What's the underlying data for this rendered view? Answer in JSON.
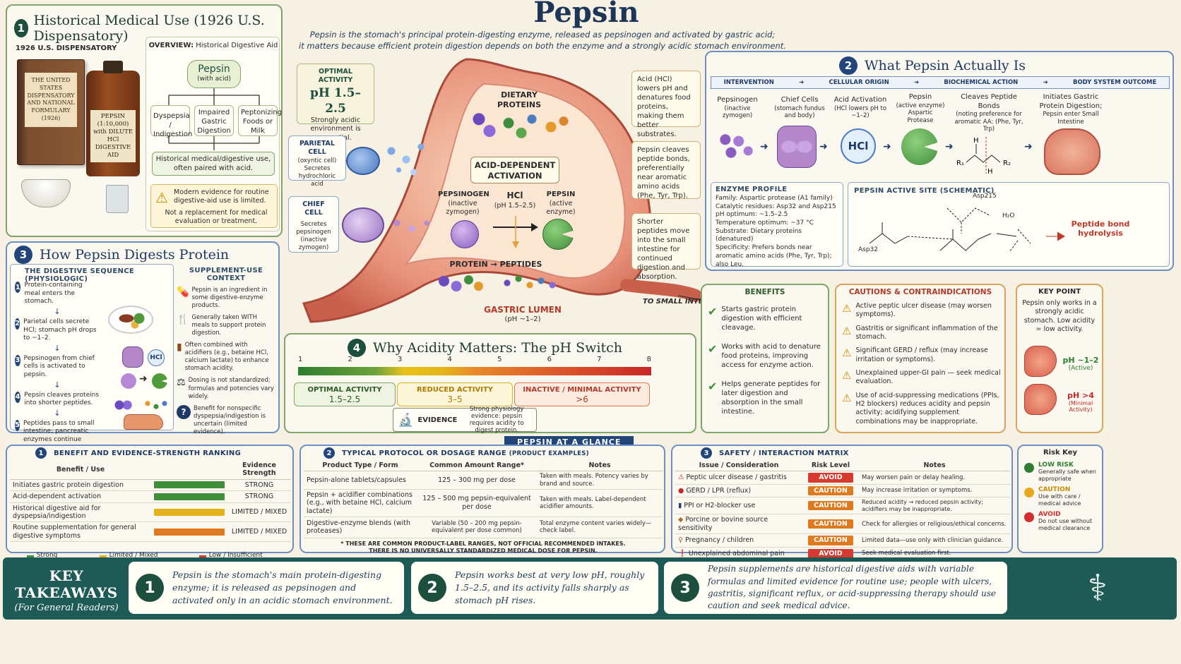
{
  "title": "Pepsin",
  "subtitle_line1": "Pepsin is the stomach's principal protein-digesting enzyme, released as pepsinogen and activated by gastric acid;",
  "subtitle_line2": "it matters because efficient protein digestion depends on both the enzyme and a strongly acidic stomach environment.",
  "s1": {
    "num": "1",
    "title": "Historical Medical Use (1926 U.S. Dispensatory)",
    "book_label": "1926 U.S. DISPENSATORY",
    "book_text": "THE UNITED STATES DISPENSATORY AND NATIONAL FORMULARY (1926)",
    "bottle_text": "PEPSIN (1:10,000) with DILUTE HCl DIGESTIVE AID",
    "overview_label": "OVERVIEW:",
    "overview_text": "Historical Digestive Aid",
    "pepsin": "Pepsin",
    "pepsin_sub": "(with acid)",
    "uses": [
      "Dyspepsia / Indigestion",
      "Impaired Gastric Digestion",
      "Peptonizing Foods or Milk"
    ],
    "result": "Historical medical/digestive use, often paired with acid.",
    "warning1": "Modern evidence for routine digestive-aid use is limited.",
    "warning2": "Not a replacement for medical evaluation or treatment."
  },
  "center": {
    "optimal_label": "OPTIMAL ACTIVITY",
    "optimal_ph": "pH 1.5–2.5",
    "optimal_text": "Strongly acidic environment is essential.",
    "parietal_title": "PARIETAL CELL",
    "parietal_sub": "(oxyntic cell)",
    "parietal_text": "Secretes hydrochloric acid",
    "chief_title": "CHIEF CELL",
    "chief_text": "Secretes pepsinogen (inactive zymogen)",
    "dietary": "DIETARY PROTEINS",
    "activation": "ACID-DEPENDENT ACTIVATION",
    "pepsinogen": "PEPSINOGEN",
    "pepsinogen_sub": "(inactive zymogen)",
    "hcl": "HCl",
    "hcl_sub": "(pH 1.5–2.5)",
    "pepsin": "PEPSIN",
    "pepsin_sub": "(active enzyme)",
    "protein": "PROTEIN",
    "arrow": "→",
    "peptides": "PEPTIDES",
    "lumen": "GASTRIC LUMEN",
    "lumen_ph": "(pH ~1–2)",
    "to_small": "TO SMALL INTESTINE",
    "callout1": "Acid (HCl) lowers pH and denatures food proteins, making them better substrates.",
    "callout2": "Pepsin cleaves peptide bonds, preferentially near aromatic amino acids (Phe, Tyr, Trp).",
    "callout3": "Shorter peptides move into the small intestine for continued digestion and absorption."
  },
  "s2": {
    "num": "2",
    "title": "What Pepsin Actually Is",
    "flow": [
      "INTERVENTION",
      "CELLULAR ORIGIN",
      "BIOCHEMICAL ACTION",
      "BODY SYSTEM OUTCOME"
    ],
    "steps": [
      {
        "t": "Pepsinogen",
        "s": "(inactive zymogen)"
      },
      {
        "t": "Chief Cells",
        "s": "(stomach fundus and body)"
      },
      {
        "t": "Acid Activation",
        "s": "(HCl lowers pH to ~1–2)"
      },
      {
        "t": "Pepsin",
        "s": "(active enzyme) Aspartic Protease"
      },
      {
        "t": "Cleaves Peptide Bonds",
        "s": "(noting preference for aromatic AA: (Phe, Tyr, Trp)"
      },
      {
        "t": "Initiates Gastric Protein Digestion;",
        "s": "Pepsin enter Small Intestine"
      }
    ],
    "hcl": "HCl",
    "profile_title": "ENZYME PROFILE",
    "profile": [
      "Family: Aspartic protease (A1 family)",
      "Catalytic residues: Asp32 and Asp215",
      "pH optimum: ~1.5–2.5",
      "Temperature optimum: ~37 °C",
      "Substrate: Dietary proteins (denatured)",
      "Specificity: Prefers bonds near aromatic amino acids (Phe, Tyr, Trp); also Leu."
    ],
    "site_title": "PEPSIN ACTIVE SITE (SCHEMATIC)",
    "asp215": "Asp215",
    "asp32": "Asp32",
    "h2o": "H₂O",
    "hydrolysis": "Peptide bond hydrolysis"
  },
  "s3": {
    "num": "3",
    "title": "How Pepsin Digests Protein",
    "seq_title": "THE DIGESTIVE SEQUENCE (PHYSIOLOGIC)",
    "steps": [
      "Protein-containing meal enters the stomach.",
      "Parietal cells secrete HCl; stomach pH drops to ~1–2.",
      "Pepsinogen from chief cells is activated to pepsin.",
      "Pepsin cleaves proteins into shorter peptides.",
      "Peptides pass to small intestine; pancreatic enzymes continue digestion to amino acids."
    ],
    "hcl": "HCl",
    "supp_title": "SUPPLEMENT-USE CONTEXT",
    "supp": [
      "Pepsin is an ingredient in some digestive-enzyme products.",
      "Generally taken WITH meals to support protein digestion.",
      "Often combined with acidifiers (e.g., betaine HCl, calcium lactate) to enhance stomach acidity.",
      "Dosing is not standardized; formulas and potencies vary widely.",
      "Benefit for nonspecific dyspepsia/indigestion is uncertain (limited evidence)."
    ]
  },
  "s4": {
    "num": "4",
    "title": "Why Acidity Matters: The pH Switch",
    "ticks": [
      "1",
      "2",
      "3",
      "4",
      "5",
      "6",
      "7",
      "8"
    ],
    "zones": [
      {
        "t": "OPTIMAL ACTIVITY",
        "v": "1.5–2.5"
      },
      {
        "t": "REDUCED ACTIVITY",
        "v": "3–5"
      },
      {
        "t": "INACTIVE / MINIMAL ACTIVITY",
        "v": ">6"
      }
    ],
    "evidence_label": "EVIDENCE",
    "evidence_text": "Strong physiology evidence: pepsin requires acidity to digest protein."
  },
  "benefits": {
    "title": "BENEFITS",
    "items": [
      "Starts gastric protein digestion with efficient cleavage.",
      "Works with acid to denature food proteins, improving access for enzyme action.",
      "Helps generate peptides for later digestion and absorption in the small intestine."
    ]
  },
  "cautions": {
    "title": "CAUTIONS & CONTRAINDICATIONS",
    "items": [
      "Active peptic ulcer disease (may worsen symptoms).",
      "Gastritis or significant inflammation of the stomach.",
      "Significant GERD / reflux (may increase irritation or symptoms).",
      "Unexplained upper-GI pain — seek medical evaluation.",
      "Use of acid-suppressing medications (PPIs, H2 blockers) reduces acidity and pepsin activity; acidifying supplement combinations may be inappropriate."
    ]
  },
  "keypoint": {
    "title": "KEY POINT",
    "text": "Pepsin only works in a strongly acidic stomach. Low acidity = low activity.",
    "ph1": "pH ~1–2",
    "ph1_sub": "(Active)",
    "ph2": "pH >4",
    "ph2_sub": "(Minimal Activity)"
  },
  "glance": {
    "ribbon": "PEPSIN AT A GLANCE",
    "t1": {
      "num": "1",
      "title": "BENEFIT AND EVIDENCE-STRENGTH RANKING",
      "h1": "Benefit / Use",
      "h2": "Evidence Strength",
      "rows": [
        {
          "b": "Initiates gastric protein digestion",
          "e": "STRONG",
          "c": "#3e8e3a",
          "w": 0.95
        },
        {
          "b": "Acid-dependent activation",
          "e": "STRONG",
          "c": "#3e8e3a",
          "w": 0.95
        },
        {
          "b": "Historical digestive aid for dyspepsia/indigestion",
          "e": "LIMITED / MIXED",
          "c": "#e3b21b",
          "w": 0.95
        },
        {
          "b": "Routine supplementation for general digestive symptoms",
          "e": "LIMITED / MIXED",
          "c": "#e07a1f",
          "w": 0.95
        }
      ],
      "legend": [
        "Strong Evidence",
        "Limited / Mixed Evidence",
        "Low / Insufficient Evidence"
      ]
    },
    "t2": {
      "num": "2",
      "title": "TYPICAL PROTOCOL OR DOSAGE RANGE",
      "title_sub": "(PRODUCT EXAMPLES)",
      "h1": "Product Type / Form",
      "h2": "Common Amount Range*",
      "h3": "Notes",
      "rows": [
        {
          "p": "Pepsin-alone tablets/capsules",
          "a": "125 – 300 mg per dose",
          "n": "Taken with meals. Potency varies by brand and source."
        },
        {
          "p": "Pepsin + acidifier combinations (e.g., with betaine HCl, calcium lactate)",
          "a": "125 – 500 mg pepsin-equivalent per dose",
          "n": "Taken with meals. Label-dependent acidifier amounts."
        },
        {
          "p": "Digestive-enzyme blends (with proteases)",
          "a": "Variable (50 – 200 mg pepsin-equivalent per dose common)",
          "n": "Total enzyme content varies widely—check label."
        }
      ],
      "foot1": "* THESE ARE COMMON PRODUCT-LABEL RANGES, NOT OFFICIAL RECOMMENDED INTAKES.",
      "foot2": "THERE IS NO UNIVERSALLY STANDARDIZED MEDICAL DOSE FOR PEPSIN."
    },
    "t3": {
      "num": "3",
      "title": "SAFETY / INTERACTION MATRIX",
      "h1": "Issue / Consideration",
      "h2": "Risk Level",
      "h3": "Notes",
      "rows": [
        {
          "i": "Peptic ulcer disease / gastritis",
          "r": "AVOID",
          "c": "#d63a2f",
          "n": "May worsen pain or delay healing."
        },
        {
          "i": "GERD / LPR (reflux)",
          "r": "CAUTION",
          "c": "#e07a1f",
          "n": "May increase irritation or symptoms."
        },
        {
          "i": "PPI or H2-blocker use",
          "r": "CAUTION",
          "c": "#e07a1f",
          "n": "Reduced acidity → reduced pepsin activity; acidifiers may be inappropriate."
        },
        {
          "i": "Porcine or bovine source sensitivity",
          "r": "CAUTION",
          "c": "#e07a1f",
          "n": "Check for allergies or religious/ethical concerns."
        },
        {
          "i": "Pregnancy / children",
          "r": "CAUTION",
          "c": "#e07a1f",
          "n": "Limited data—use only with clinician guidance."
        },
        {
          "i": "Unexplained abdominal pain",
          "r": "AVOID",
          "c": "#d63a2f",
          "n": "Seek medical evaluation first."
        }
      ]
    },
    "risk": {
      "title": "Risk Key",
      "items": [
        {
          "t": "LOW RISK",
          "s": "Generally safe when appropriate",
          "c": "#2e7d32"
        },
        {
          "t": "CAUTION",
          "s": "Use with care / medical advice",
          "c": "#e3a81b"
        },
        {
          "t": "AVOID",
          "s": "Do not use without medical clearance",
          "c": "#d32f2f"
        }
      ]
    }
  },
  "takeaways": {
    "title": "KEY TAKEAWAYS",
    "sub": "(For General Readers)",
    "items": [
      {
        "n": "1",
        "t": "Pepsin is the stomach's main protein-digesting enzyme; it is released as pepsinogen and activated only in an acidic stomach environment."
      },
      {
        "n": "2",
        "t": "Pepsin works best at very low pH, roughly 1.5–2.5, and its activity falls sharply as stomach pH rises."
      },
      {
        "n": "3",
        "t": "Pepsin supplements are historical digestive aids with variable formulas and limited evidence for routine use; people with ulcers, gastritis, significant reflux, or acid-suppressing therapy should use caution and seek medical advice."
      }
    ]
  }
}
